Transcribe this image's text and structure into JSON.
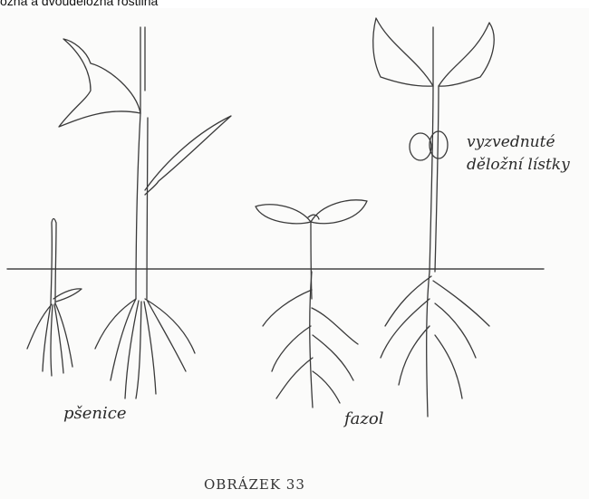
{
  "top_caption": "ožná a dvouděložná rostlina",
  "labels": {
    "wheat": "pšenice",
    "bean": "fazol",
    "raised_line1": "vyzvednuté",
    "raised_line2": "děložní lístky"
  },
  "figure_caption": "OBRÁZEK 33"
}
